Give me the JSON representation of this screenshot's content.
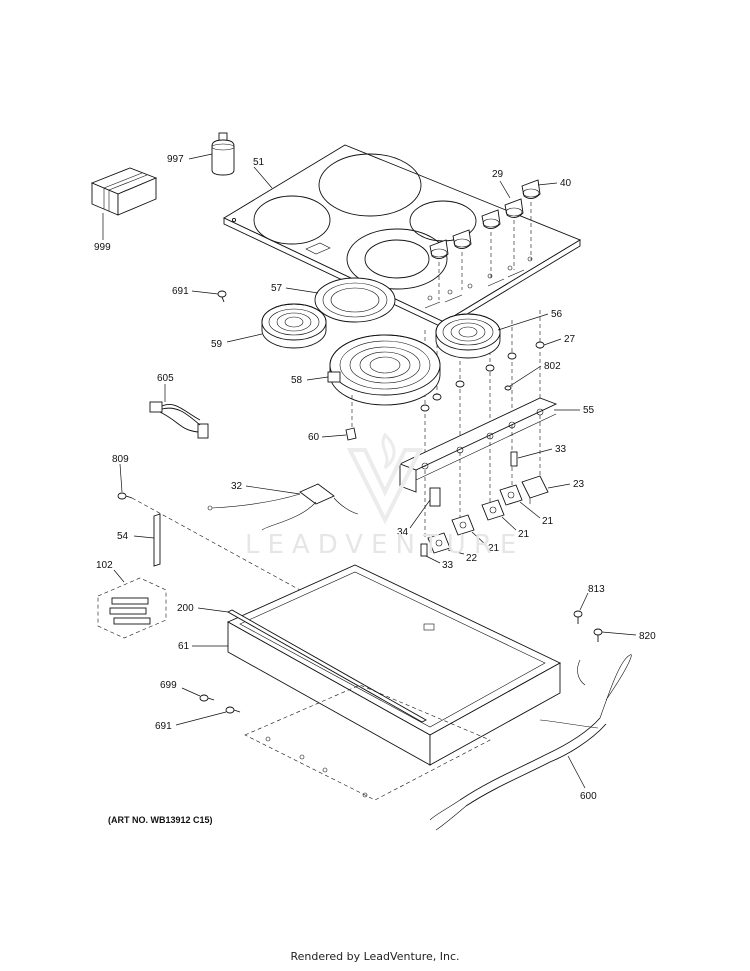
{
  "callouts": [
    {
      "id": "c997",
      "text": "997"
    },
    {
      "id": "c51",
      "text": "51"
    },
    {
      "id": "c29",
      "text": "29"
    },
    {
      "id": "c40",
      "text": "40"
    },
    {
      "id": "c999",
      "text": "999"
    },
    {
      "id": "c691a",
      "text": "691"
    },
    {
      "id": "c57",
      "text": "57"
    },
    {
      "id": "c56",
      "text": "56"
    },
    {
      "id": "c27",
      "text": "27"
    },
    {
      "id": "c59",
      "text": "59"
    },
    {
      "id": "c802",
      "text": "802"
    },
    {
      "id": "c605",
      "text": "605"
    },
    {
      "id": "c58",
      "text": "58"
    },
    {
      "id": "c55",
      "text": "55"
    },
    {
      "id": "c60",
      "text": "60"
    },
    {
      "id": "c33a",
      "text": "33"
    },
    {
      "id": "c809",
      "text": "809"
    },
    {
      "id": "c23",
      "text": "23"
    },
    {
      "id": "c32",
      "text": "32"
    },
    {
      "id": "c21a",
      "text": "21"
    },
    {
      "id": "c34",
      "text": "34"
    },
    {
      "id": "c21b",
      "text": "21"
    },
    {
      "id": "c54",
      "text": "54"
    },
    {
      "id": "c21c",
      "text": "21"
    },
    {
      "id": "c22",
      "text": "22"
    },
    {
      "id": "c33b",
      "text": "33"
    },
    {
      "id": "c102",
      "text": "102"
    },
    {
      "id": "c813",
      "text": "813"
    },
    {
      "id": "c200",
      "text": "200"
    },
    {
      "id": "c820",
      "text": "820"
    },
    {
      "id": "c61",
      "text": "61"
    },
    {
      "id": "c699",
      "text": "699"
    },
    {
      "id": "c691b",
      "text": "691"
    },
    {
      "id": "c600",
      "text": "600"
    }
  ],
  "art_number": "(ART NO. WB13912 C15)",
  "watermark": "LEADVENTURE",
  "footer": "Rendered by LeadVenture, Inc."
}
